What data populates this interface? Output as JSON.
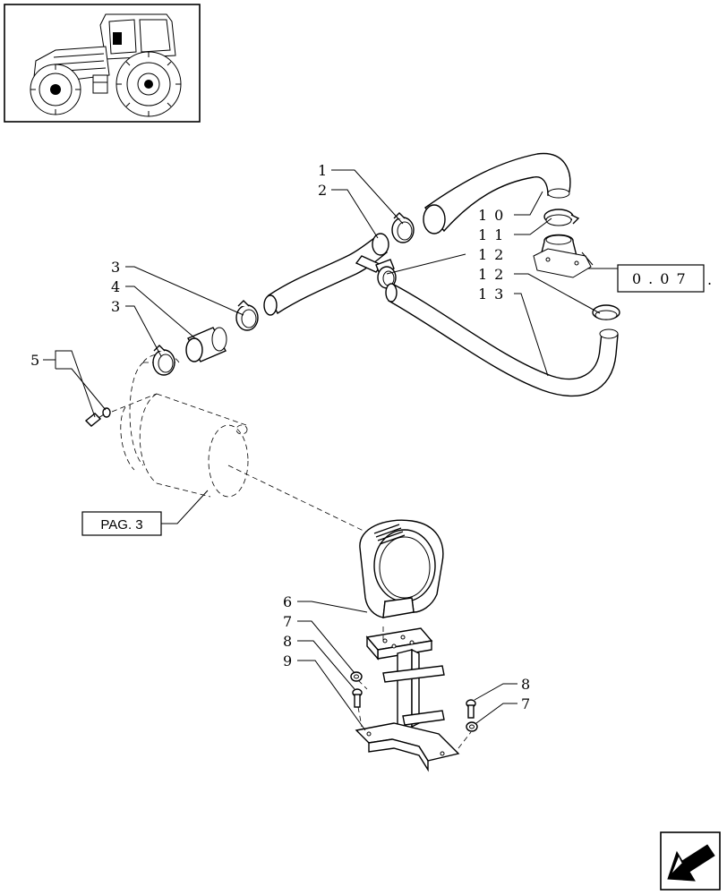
{
  "callouts": [
    {
      "id": "c1",
      "text": "1"
    },
    {
      "id": "c2",
      "text": "2"
    },
    {
      "id": "c3a",
      "text": "3"
    },
    {
      "id": "c4",
      "text": "4"
    },
    {
      "id": "c3b",
      "text": "3"
    },
    {
      "id": "c5",
      "text": "5"
    },
    {
      "id": "c10",
      "text": "10"
    },
    {
      "id": "c11",
      "text": "11"
    },
    {
      "id": "c12a",
      "text": "12"
    },
    {
      "id": "c12b",
      "text": "12"
    },
    {
      "id": "c13",
      "text": "13"
    },
    {
      "id": "c6",
      "text": "6"
    },
    {
      "id": "c7a",
      "text": "7"
    },
    {
      "id": "c8a",
      "text": "8"
    },
    {
      "id": "c9",
      "text": "9"
    },
    {
      "id": "c8b",
      "text": "8"
    },
    {
      "id": "c7b",
      "text": "7"
    }
  ],
  "references": {
    "page_ref": "PAG. 3",
    "section_ref": "0.07",
    "section_suffix": "."
  },
  "icons": {
    "thumbnail": "tractor-thumbnail-icon",
    "nav": "next-page-arrow-icon"
  }
}
